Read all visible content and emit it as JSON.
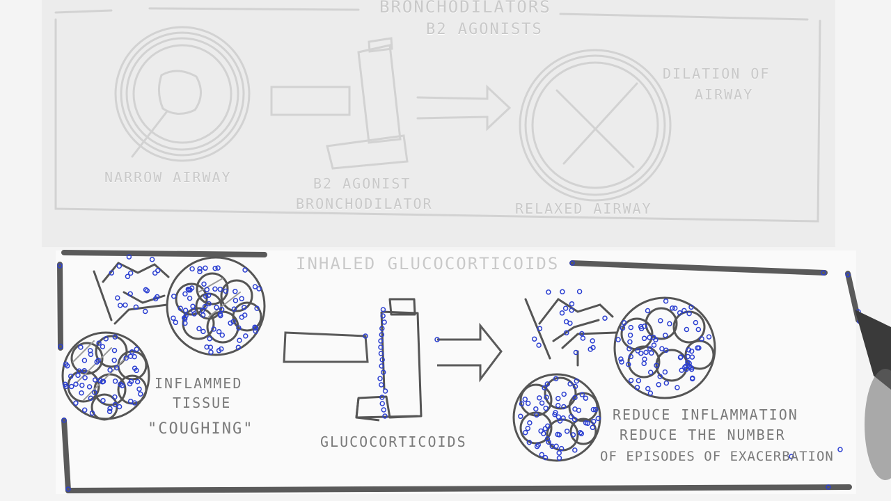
{
  "top_panel": {
    "title": "BRONCHODILATORS",
    "subtitle": "B2 AGONISTS",
    "narrow_airway_label": "NARROW AIRWAY",
    "agonist_label_line1": "B2 AGONIST",
    "agonist_label_line2": "BRONCHODILATOR",
    "relaxed_airway_label": "RELAXED AIRWAY",
    "dilation_label_line1": "DILATION OF",
    "dilation_label_line2": "AIRWAY"
  },
  "lower_panel": {
    "title": "INHALED GLUCOCORTICOIDS",
    "inflamed_line1": "INFLAMMED",
    "inflamed_line2": "TISSUE",
    "inflamed_line3": "\"COUGHING\"",
    "inhaler_label": "GLUCOCORTICOIDS",
    "result_line1": "REDUCE INFLAMMATION",
    "result_line2": "REDUCE THE NUMBER",
    "result_line3": "OF EPISODES OF EXACERBATION"
  },
  "colors": {
    "marker": "#5a5a5a",
    "faded_sketch": "#d2d2d2",
    "tracking_dots": "#2b3fd1"
  }
}
